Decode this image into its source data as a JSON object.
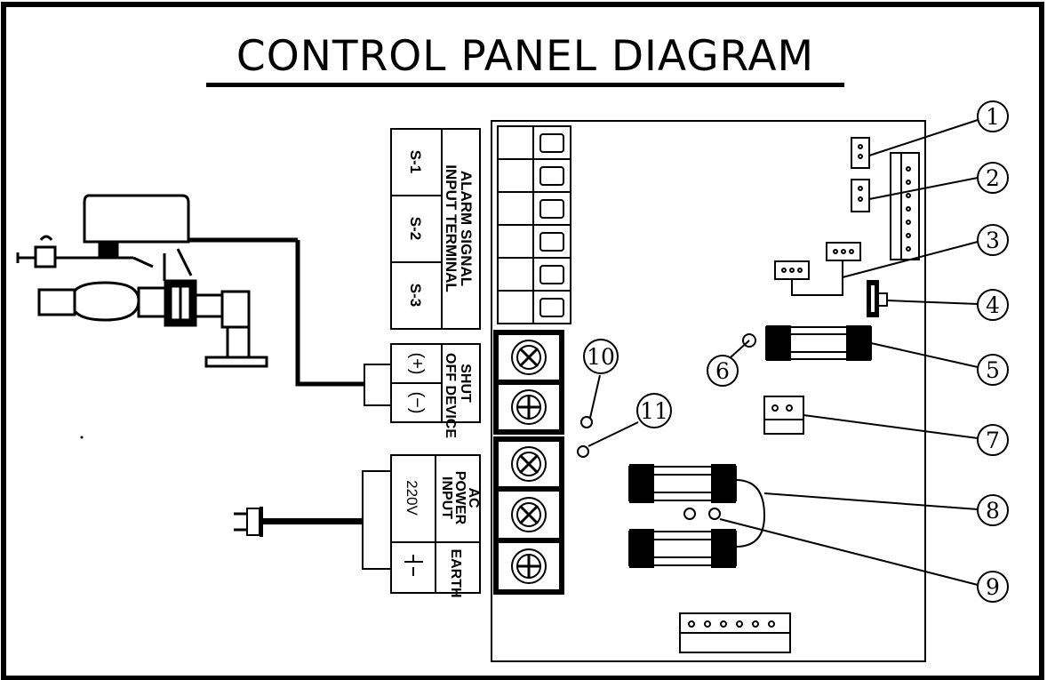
{
  "title": "CONTROL PANEL DIAGRAM",
  "alarm_block": {
    "heading_line1": "ALARM SIGNAL",
    "heading_line2": "INPUT TERMINAL",
    "terminals": [
      "S-1",
      "S-2",
      "S-3"
    ]
  },
  "shutoff_block": {
    "heading_line1": "SHUT",
    "heading_line2": "OFF DEVICE",
    "terminals": [
      "(+)",
      "(−)"
    ]
  },
  "power_block": {
    "heading_line1": "AC",
    "heading_line2": "POWER",
    "heading_line3": "INPUT",
    "voltage": "220V",
    "earth_label": "EARTH"
  },
  "callouts": [
    "1",
    "2",
    "3",
    "4",
    "5",
    "6",
    "7",
    "8",
    "9",
    "10",
    "11"
  ]
}
